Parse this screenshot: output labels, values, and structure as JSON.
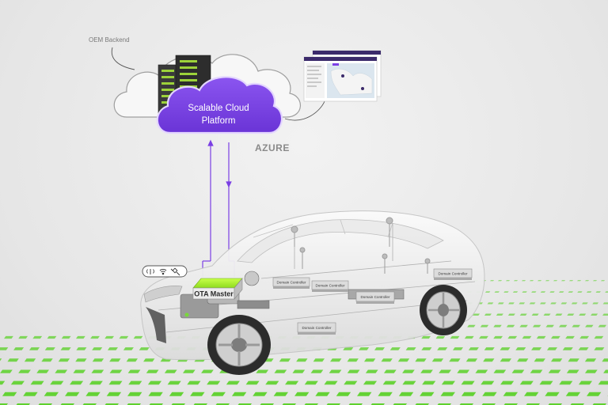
{
  "labels": {
    "oem_backend": "OEM Backend",
    "cloud_line1": "Scalable Cloud",
    "cloud_line2": "Platform",
    "azure": "AZURE",
    "ota_master": "OTA Master"
  },
  "domain_controllers": [
    "Domain Controller",
    "Domain Controller",
    "Domain Controller",
    "Domain Controller",
    "Domain Controller"
  ],
  "connectivity_icons": [
    "antenna-icon",
    "wifi-icon",
    "satellite-icon"
  ],
  "colors": {
    "accent_purple": "#7b3fe4",
    "ota_green": "#a6ef2b",
    "floor_green": "#5fd12e"
  }
}
